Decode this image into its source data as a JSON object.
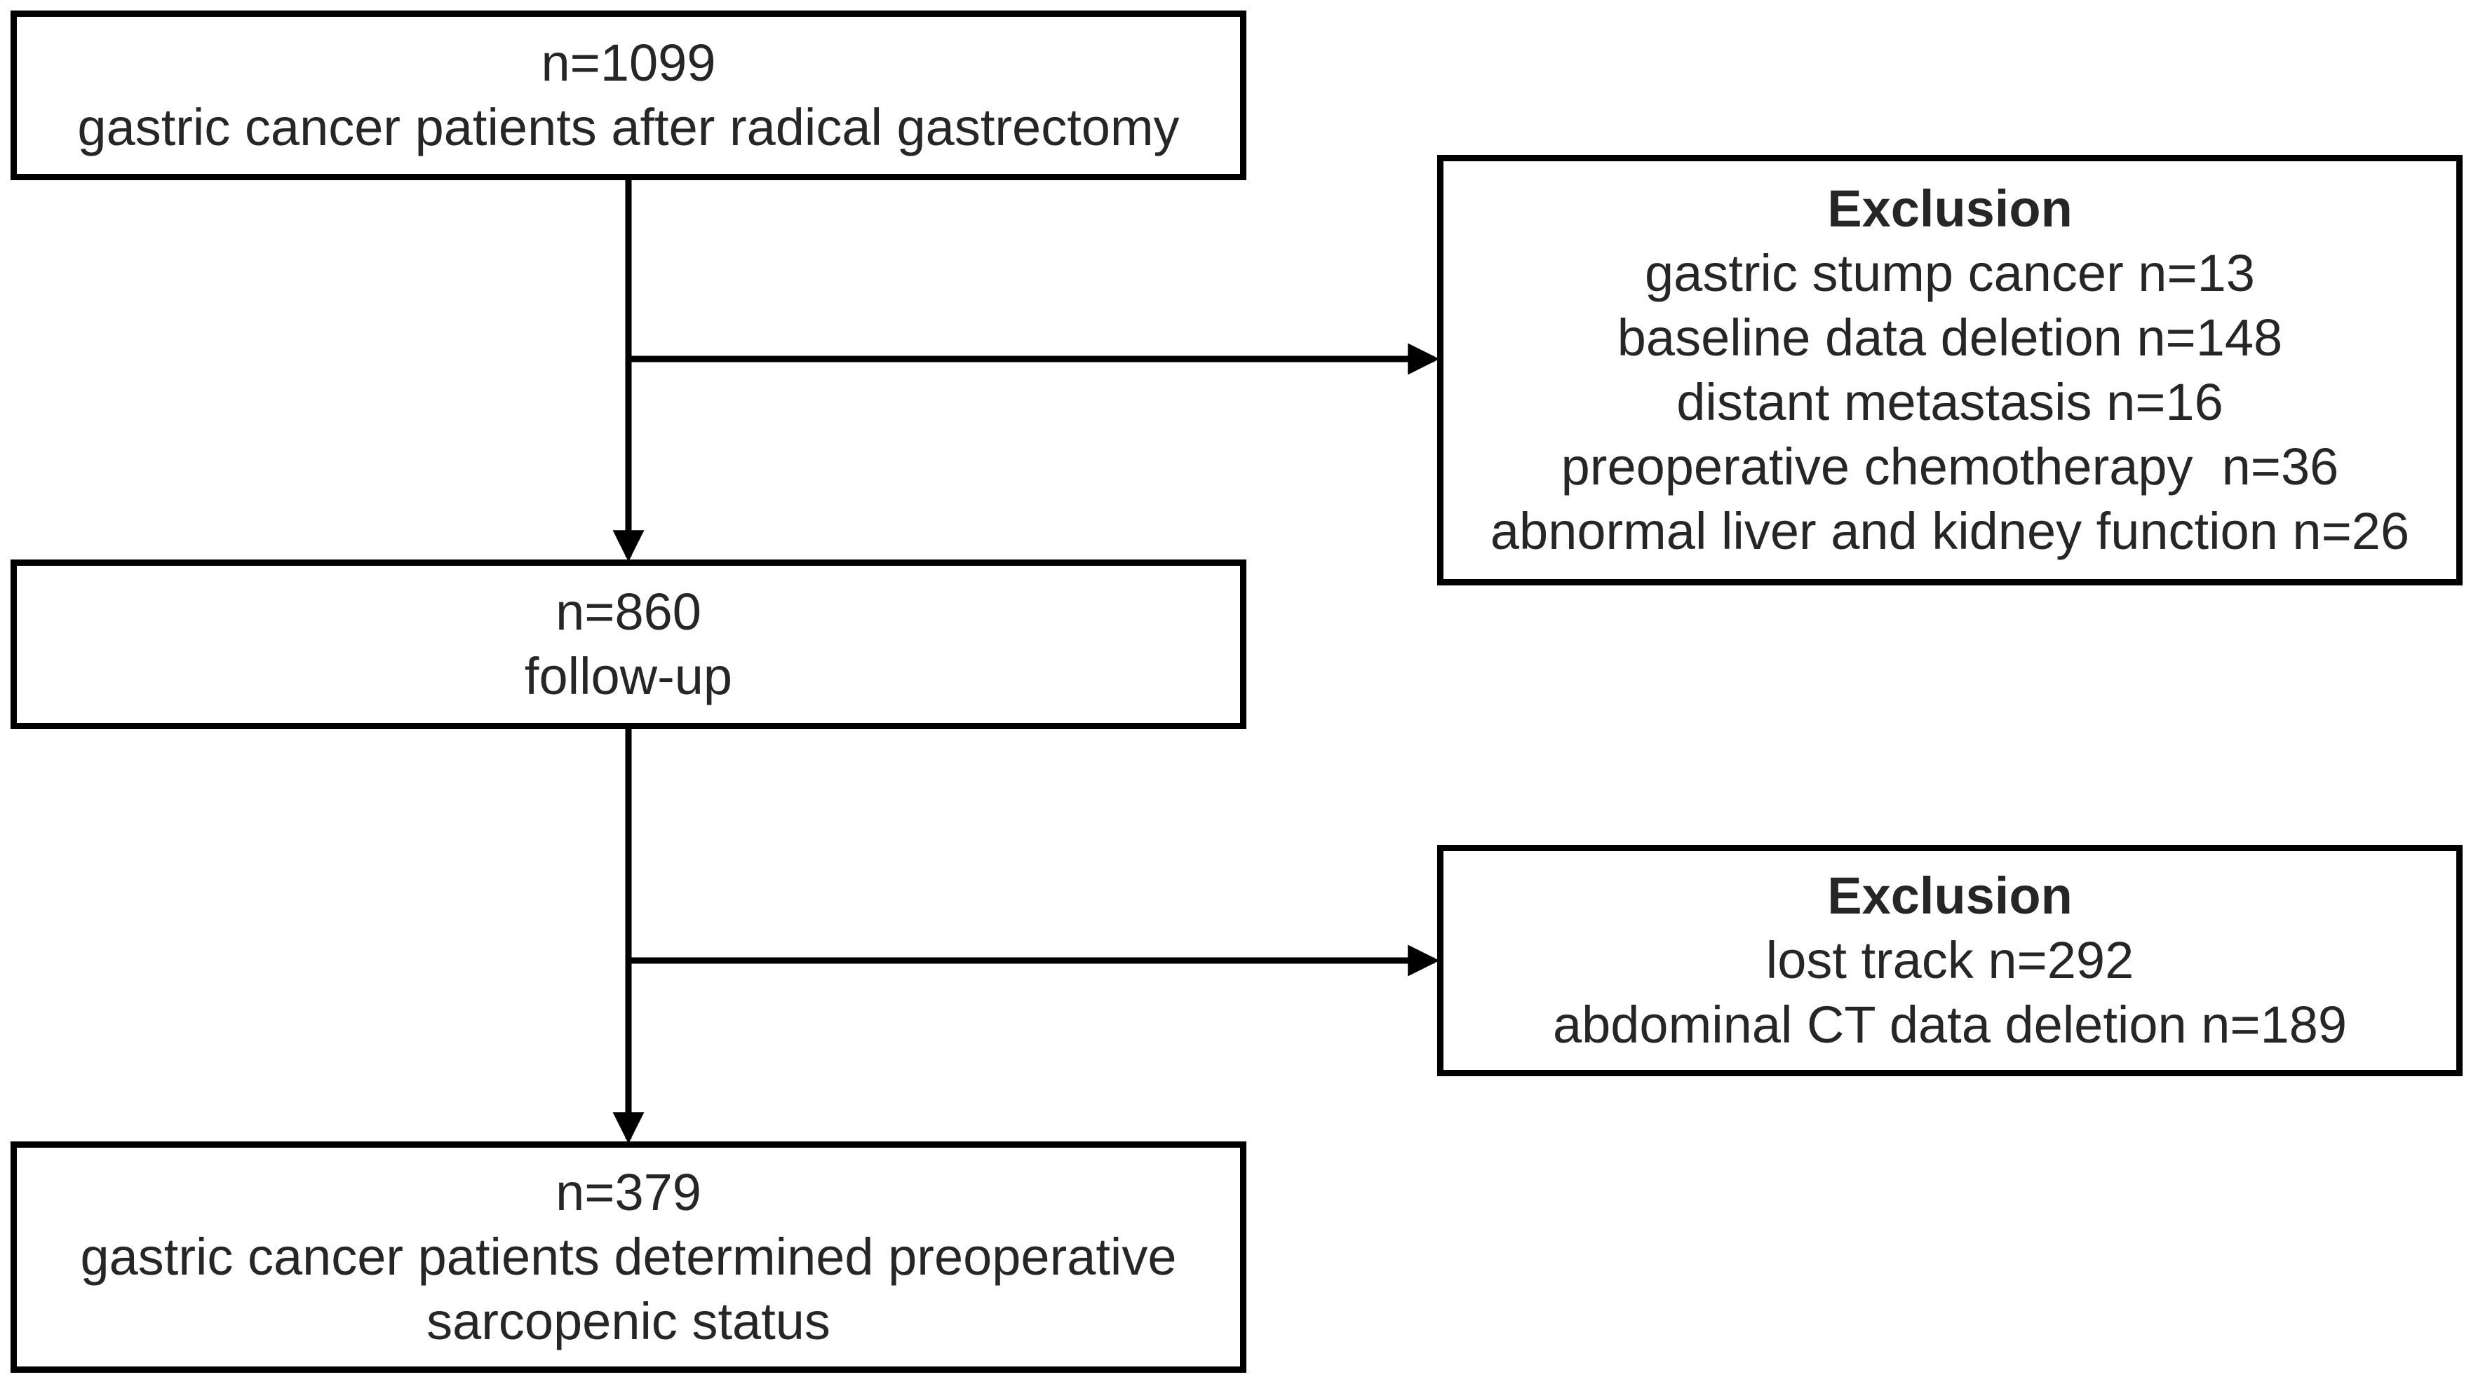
{
  "flow": {
    "start": {
      "lines": [
        "n=1099",
        "gastric cancer patients after radical gastrectomy"
      ]
    },
    "followup": {
      "lines": [
        "n=860",
        "follow-up"
      ]
    },
    "final": {
      "lines": [
        "n=379",
        "gastric cancer patients determined preoperative",
        "sarcopenic status"
      ]
    },
    "exclusion_1": {
      "heading": "Exclusion",
      "items": [
        "gastric stump cancer n=13",
        "baseline data deletion n=148",
        "distant metastasis n=16",
        "preoperative chemotherapy  n=36",
        "abnormal liver and kidney function n=26"
      ]
    },
    "exclusion_2": {
      "heading": "Exclusion",
      "items": [
        "lost track n=292",
        "abdominal CT data deletion n=189"
      ]
    }
  },
  "colors": {
    "border": "#000000",
    "text": "#262626",
    "background": "#ffffff"
  }
}
